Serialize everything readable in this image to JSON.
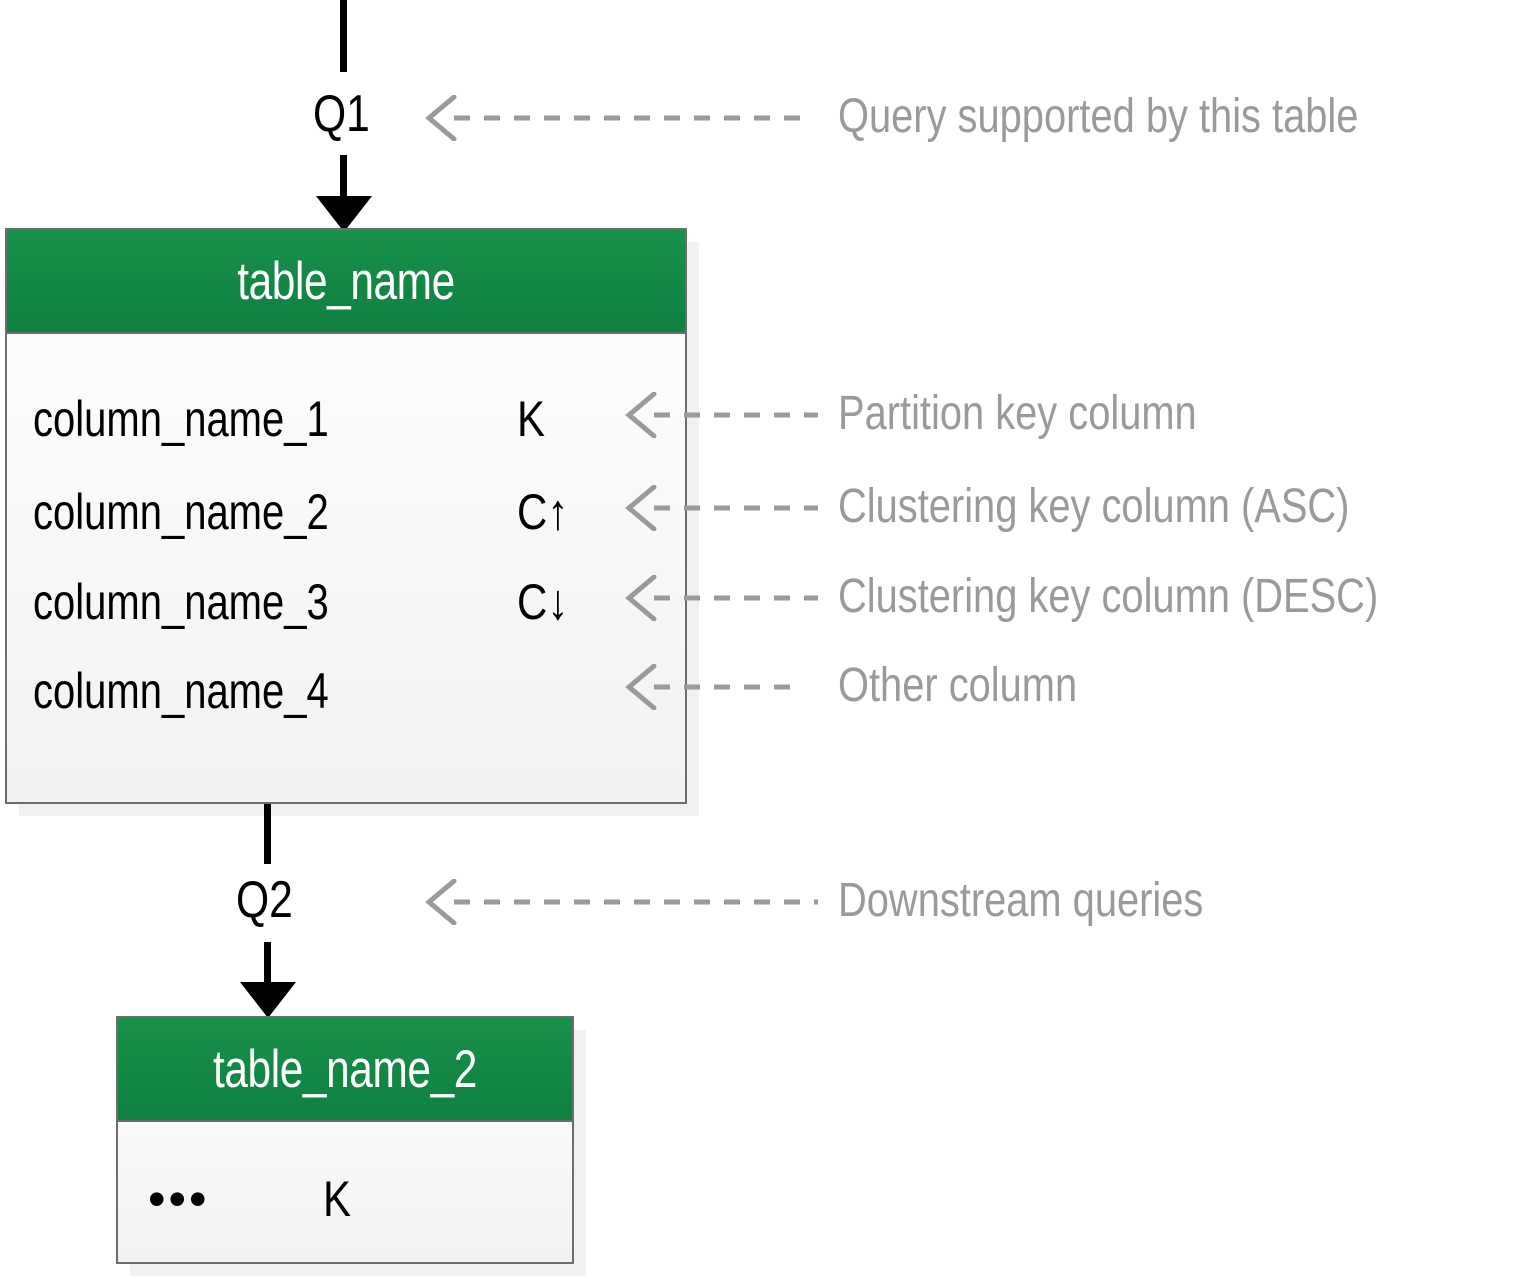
{
  "diagram": {
    "title_note": "Cassandra data model chart notation legend",
    "colors": {
      "header_green": "#0e8040",
      "annotation_gray": "#9a9a9a",
      "border_gray": "#6d6d6d",
      "text_black": "#000000"
    },
    "flow": {
      "q1_label": "Q1",
      "q2_label": "Q2"
    },
    "tables": [
      {
        "name": "table_name",
        "rows": [
          {
            "column": "column_name_1",
            "marker": "K"
          },
          {
            "column": "column_name_2",
            "marker": "C↑"
          },
          {
            "column": "column_name_3",
            "marker": "C↓"
          },
          {
            "column": "column_name_4",
            "marker": ""
          }
        ]
      },
      {
        "name": "table_name_2",
        "rows": [
          {
            "column": "•••",
            "marker": "K"
          }
        ]
      }
    ],
    "annotations": [
      {
        "id": "query-supported",
        "label": "Query supported by this table"
      },
      {
        "id": "partition-key",
        "label": "Partition key column"
      },
      {
        "id": "clustering-asc",
        "label": "Clustering key column (ASC)"
      },
      {
        "id": "clustering-desc",
        "label": "Clustering key column (DESC)"
      },
      {
        "id": "other-column",
        "label": "Other column"
      },
      {
        "id": "downstream-queries",
        "label": "Downstream queries"
      }
    ]
  }
}
